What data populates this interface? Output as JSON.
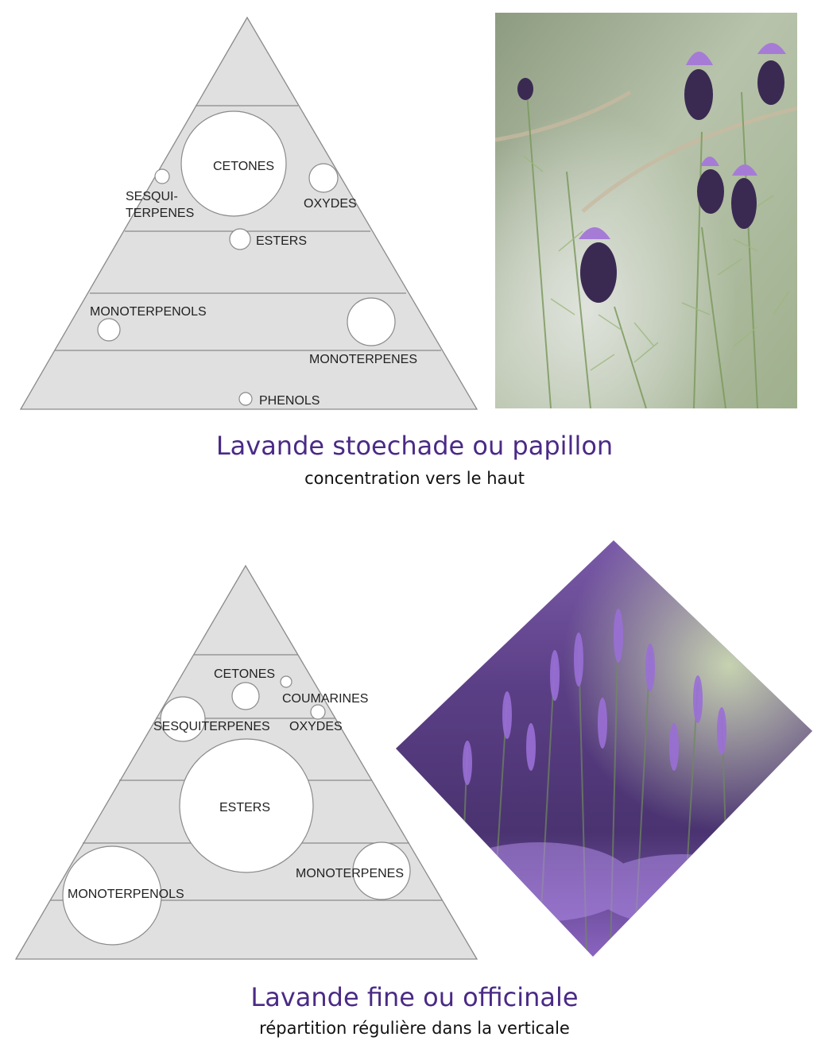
{
  "diagrams": [
    {
      "id": "stoechade",
      "labels": {
        "cetones": "CETONES",
        "sesqui_line1": "SESQUI-",
        "sesqui_line2": "TERPENES",
        "oxydes": "OXYDES",
        "esters": "ESTERS",
        "monoterpenols": "MONOTERPENOLS",
        "monoterpenes": "MONOTERPENES",
        "phenols": "PHENOLS"
      },
      "title": "Lavande stoechade ou papillon",
      "subtitle": "concentration vers le haut"
    },
    {
      "id": "fine",
      "labels": {
        "cetones": "CETONES",
        "coumarines": "COUMARINES",
        "sesquiterpenes": "SESQUITERPENES",
        "oxydes": "OXYDES",
        "esters": "ESTERS",
        "monoterpenes": "MONOTERPENES",
        "monoterpenols": "MONOTERPENOLS"
      },
      "title": "Lavande fine ou officinale",
      "subtitle": "répartition régulière dans la verticale"
    }
  ],
  "colors": {
    "title": "#4a2a86",
    "pyramid_fill": "#e0e0e0",
    "pyramid_stroke": "#8a8a8a",
    "circle_fill": "#ffffff"
  },
  "images": {
    "photo1": "lavender-stoechas-photo",
    "photo2": "lavender-field-photo"
  }
}
